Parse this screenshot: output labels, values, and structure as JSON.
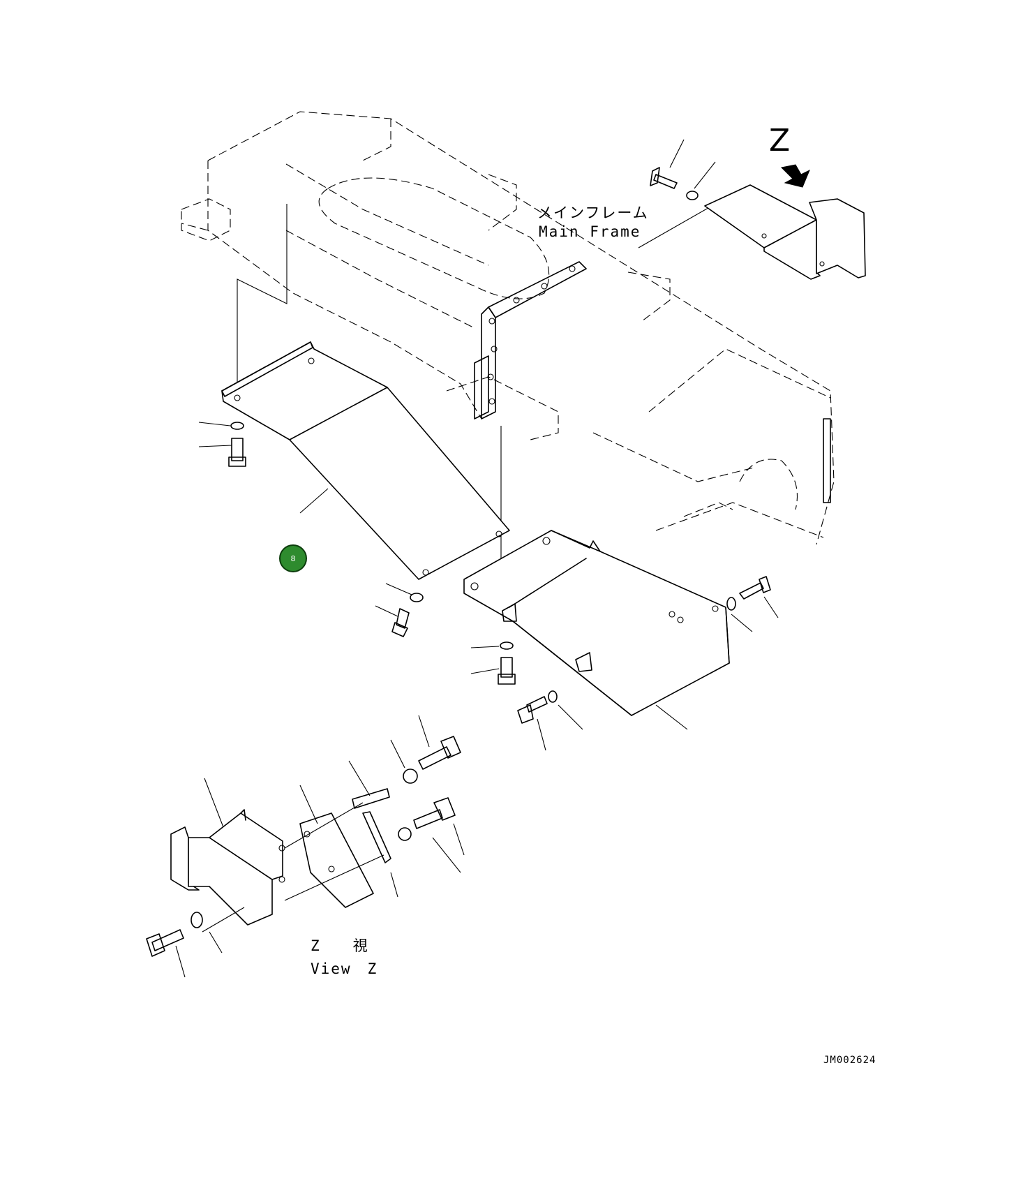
{
  "labels": {
    "view_letter": "Z",
    "main_frame_jp": "メインフレーム",
    "main_frame_en": "Main Frame",
    "view_z_jp": "Z　　視",
    "view_z_en": "View　Z",
    "drawing_code": "JM002624"
  },
  "callout": {
    "number": "8",
    "color": "#2e8b2e"
  }
}
